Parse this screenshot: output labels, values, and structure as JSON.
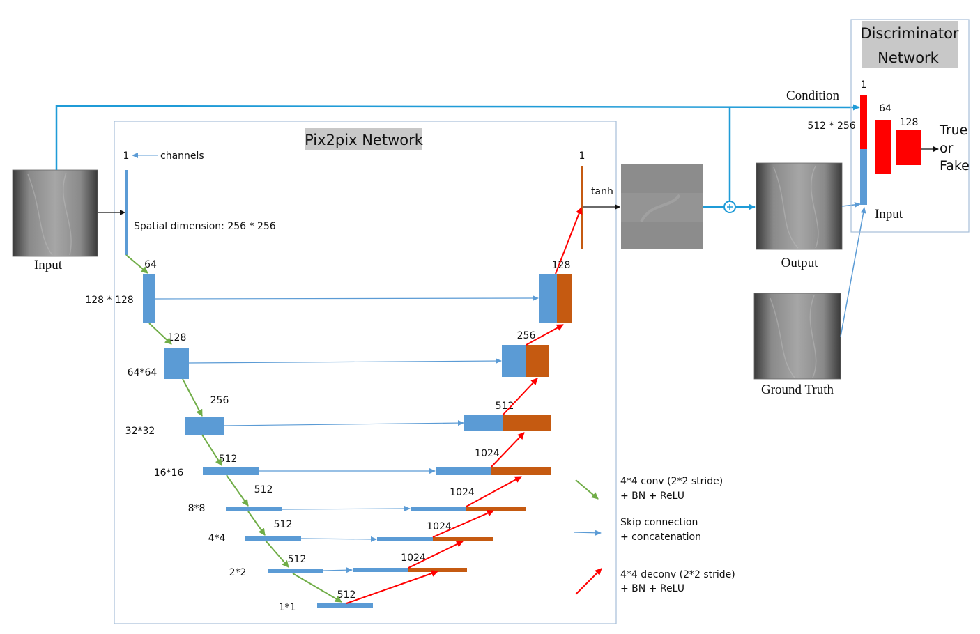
{
  "colors": {
    "encoder": "#5B9BD5",
    "decoder": "#C55A11",
    "down_arrow": "#70AD47",
    "up_arrow": "#FF0000",
    "skip_line": "#5B9BD5",
    "condition_line": "#1F9BD7",
    "disc_red": "#FF0000",
    "title_bg": "#C8C8C8"
  },
  "pix2pix": {
    "title": "Pix2pix Network",
    "input_channel": "1",
    "channels_label": "channels",
    "spatial_label": "Spatial dimension: 256 * 256",
    "output_channel": "1",
    "tanh_label": "tanh",
    "encoder_channels": [
      "64",
      "128",
      "256",
      "512",
      "512",
      "512",
      "512",
      "512"
    ],
    "resolutions": [
      "128 * 128",
      "64*64",
      "32*32",
      "16*16",
      "8*8",
      "4*4",
      "2*2",
      "1*1"
    ],
    "decoder_channels": [
      "128",
      "256",
      "512",
      "1024",
      "1024",
      "1024",
      "1024"
    ]
  },
  "images": {
    "input_label": "Input",
    "output_label": "Output",
    "ground_truth_label": "Ground Truth"
  },
  "discriminator": {
    "title_line1": "Discriminator",
    "title_line2": "Network",
    "condition_label": "Condition",
    "channel_1": "1",
    "channel_64": "64",
    "channel_128": "128",
    "size_label": "512 * 256",
    "input_label": "Input",
    "result_line1": "True",
    "result_line2": "or",
    "result_line3": "Fake"
  },
  "legend": {
    "conv_line1": "4*4  conv  (2*2  stride)",
    "conv_line2": "+  BN   + ReLU",
    "skip_line1": "Skip connection",
    "skip_line2": " + concatenation",
    "deconv_line1": "4*4  deconv  (2*2 stride)",
    "deconv_line2": "+  BN   + ReLU"
  }
}
